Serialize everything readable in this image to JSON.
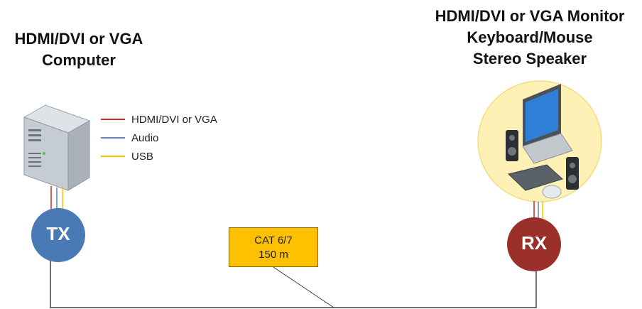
{
  "left_heading": {
    "line1": "HDMI/DVI or VGA",
    "line2": "Computer"
  },
  "right_heading": {
    "line1": "HDMI/DVI or VGA Monitor",
    "line2": "Keyboard/Mouse",
    "line3": "Stereo Speaker"
  },
  "legend": [
    {
      "label": "HDMI/DVI or VGA",
      "color": "#e02020"
    },
    {
      "label": "Audio",
      "color": "#5b7fd1"
    },
    {
      "label": "USB",
      "color": "#ffc000"
    }
  ],
  "nodes": {
    "tx": {
      "label": "TX",
      "color": "#4a7ab5"
    },
    "rx": {
      "label": "RX",
      "color": "#9b302a"
    }
  },
  "cable": {
    "line1": "CAT 6/7",
    "line2": "150 m",
    "color": "#ffc000"
  },
  "icons": {
    "computer": "computer-tower-icon",
    "workstation": "monitor-keyboard-mouse-speakers-icon"
  }
}
